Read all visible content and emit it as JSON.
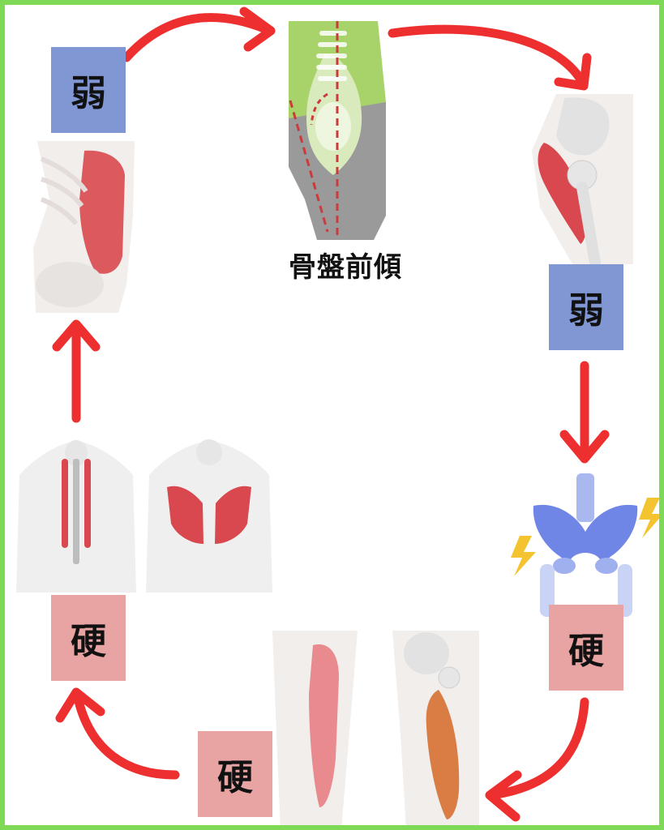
{
  "caption": "骨盤前傾",
  "labels": {
    "weak_top_left": "弱",
    "weak_right": "弱",
    "hard_right": "硬",
    "hard_bottom": "硬",
    "hard_left": "硬"
  },
  "colors": {
    "weak": "#8097d4",
    "hard": "#e8a3a3",
    "arrow": "#ee2f2f",
    "muscle": "#d9484f",
    "frame": "#7ed957",
    "pelvis": "#6f86e6",
    "spine_green": "#a8d26a"
  }
}
